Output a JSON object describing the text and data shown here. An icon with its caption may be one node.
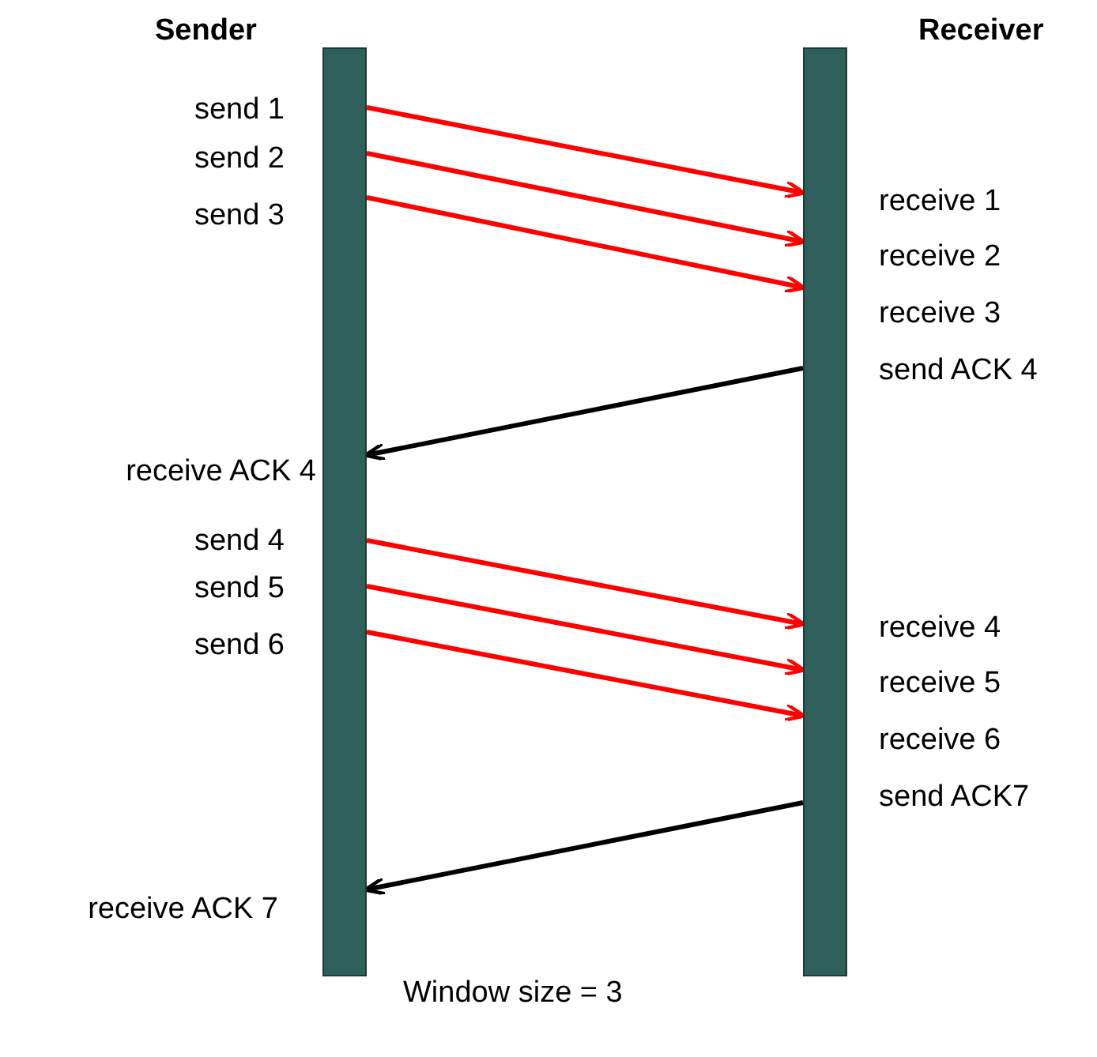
{
  "diagram": {
    "caption": "Window size = 3",
    "nodes": [
      {
        "text": [
          "Sender"
        ]
      },
      {
        "text": [
          "Receiver"
        ]
      }
    ],
    "edges": [
      {
        "from": 0,
        "to": 1,
        "arrow": "to"
      },
      {
        "from": 0,
        "to": 1,
        "arrow": "to"
      },
      {
        "from": 0,
        "to": 1,
        "arrow": "to"
      },
      {
        "from": 1,
        "to": 0,
        "arrow": "to",
        "color": "#000000"
      },
      {
        "from": 0,
        "to": 1,
        "arrow": "to"
      },
      {
        "from": 0,
        "to": 1,
        "arrow": "to"
      },
      {
        "from": 0,
        "to": 1,
        "arrow": "to"
      },
      {
        "from": 1,
        "to": 0,
        "arrow": "to",
        "color": "#000000"
      }
    ],
    "labels": [
      "send 1",
      "send 2",
      "send 3",
      "receive 1",
      "receive 2",
      "receive 3",
      "send ACK 4",
      "receive ACK 4",
      "send 4",
      "send 5",
      "send 6",
      "receive 4",
      "receive 5",
      "receive 6",
      "send ACK7",
      "receive ACK 7"
    ]
  }
}
